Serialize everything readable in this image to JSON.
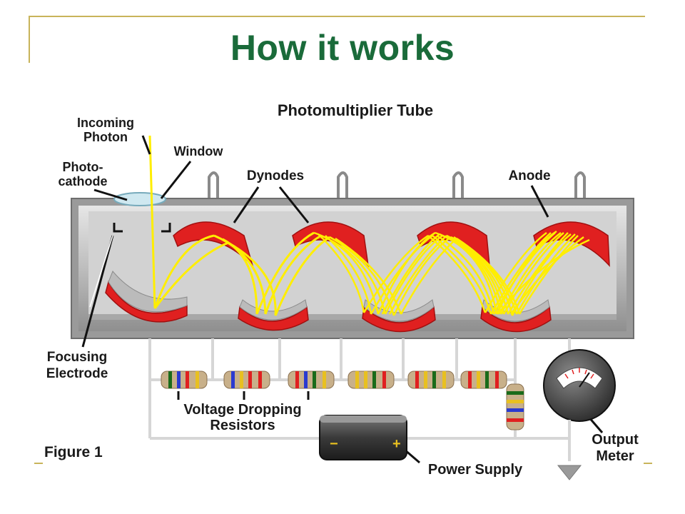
{
  "slide": {
    "title": "How it works"
  },
  "diagram": {
    "title": "Photomultiplier Tube",
    "figure_label": "Figure 1",
    "labels": {
      "incoming_photon_1": "Incoming",
      "incoming_photon_2": "Photon",
      "window": "Window",
      "photocathode_1": "Photo-",
      "photocathode_2": "cathode",
      "dynodes": "Dynodes",
      "anode": "Anode",
      "focusing_electrode_1": "Focusing",
      "focusing_electrode_2": "Electrode",
      "resistors_1": "Voltage Dropping",
      "resistors_2": "Resistors",
      "power_supply": "Power Supply",
      "output_meter_1": "Output",
      "output_meter_2": "Meter",
      "minus_sign": "−",
      "plus_sign": "+"
    },
    "colors": {
      "dynode": "#e02020",
      "electron_beam": "#ffee00",
      "tube": "#c9c9c9",
      "title": "#1a6b3a"
    }
  }
}
